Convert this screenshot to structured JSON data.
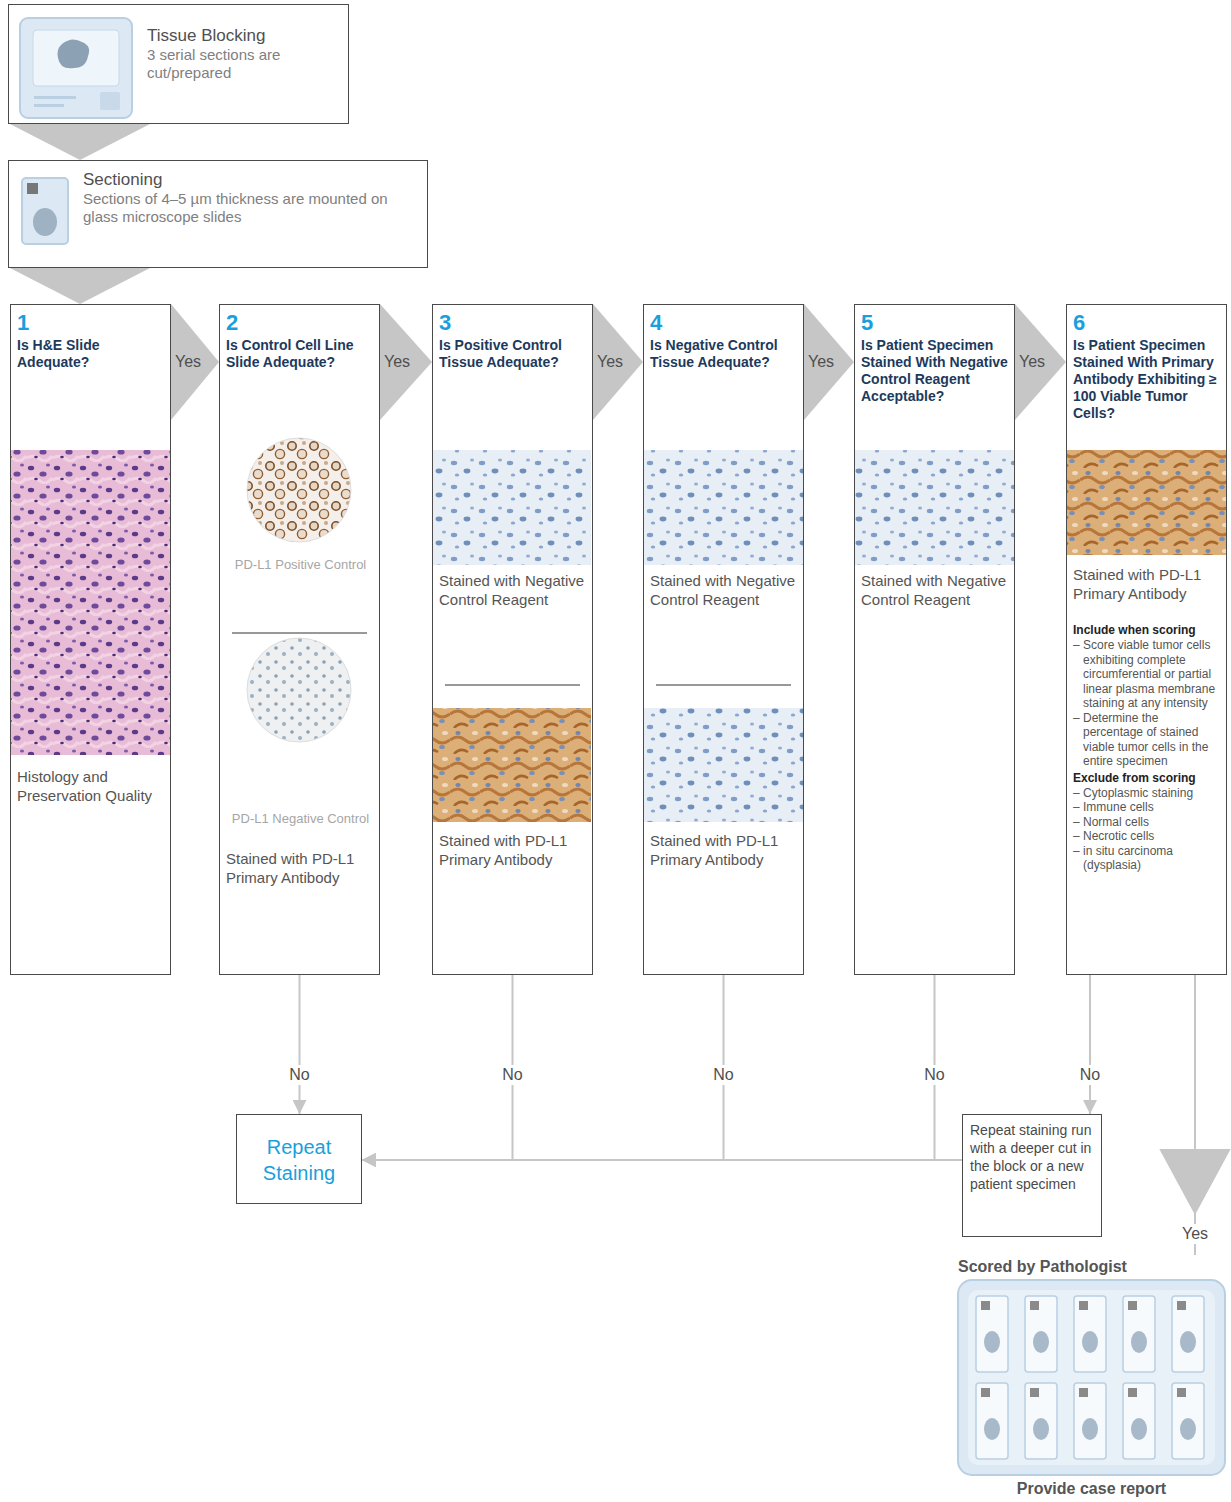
{
  "diagram": {
    "nodes": [
      {
        "text": [
          "Tissue Blocking",
          "3 serial sections are cut/prepared"
        ]
      },
      {
        "text": [
          "Sectioning",
          "Sections of 4–5 µm thickness are mounted on glass microscope slides"
        ]
      },
      {
        "text": [
          "1",
          "Is H&E Slide Adequate?",
          "Histology and Preservation Quality"
        ]
      },
      {
        "text": [
          "2",
          "Is Control Cell Line Slide Adequate?",
          "PD-L1 Positive Control",
          "PD-L1 Negative Control",
          "Stained with PD-L1 Primary Antibody"
        ]
      },
      {
        "text": [
          "3",
          "Is Positive Control Tissue Adequate?",
          "Stained with Negative Control Reagent",
          "Stained with PD-L1 Primary Antibody"
        ]
      },
      {
        "text": [
          "4",
          "Is Negative Control Tissue Adequate?",
          "Stained with Negative Control Reagent",
          "Stained with PD-L1 Primary Antibody"
        ]
      },
      {
        "text": [
          "5",
          "Is Patient Specimen Stained With Negative Control Reagent Acceptable?",
          "Stained with Negative Control Reagent"
        ]
      },
      {
        "text": [
          "6",
          "Is Patient Specimen Stained With Primary Antibody Exhibiting ≥ 100 Viable Tumor Cells?",
          "Stained with PD-L1 Primary Antibody",
          "Include when scoring",
          "– Score viable tumor cells exhibiting complete circumferential or partial linear plasma membrane staining at any intensity",
          "– Determine the percentage of stained viable tumor cells in the entire specimen",
          "Exclude from scoring",
          "– Cytoplasmic staining",
          "– Immune cells",
          "– Normal cells",
          "– Necrotic cells",
          "– in situ carcinoma (dysplasia)"
        ]
      },
      {
        "text": [
          "Repeat Staining"
        ]
      },
      {
        "text": [
          "Repeat staining run with a deeper cut in the block or a new patient specimen"
        ]
      },
      {
        "text": [
          "Scored by Pathologist",
          "Provide case report"
        ]
      }
    ],
    "edges": [
      {
        "from": 0,
        "to": 1,
        "arrow": "to"
      },
      {
        "from": 1,
        "to": 2,
        "arrow": "to"
      },
      {
        "from": 2,
        "to": 3,
        "label": "Yes",
        "arrow": "to"
      },
      {
        "from": 3,
        "to": 4,
        "label": "Yes",
        "arrow": "to"
      },
      {
        "from": 4,
        "to": 5,
        "label": "Yes",
        "arrow": "to"
      },
      {
        "from": 5,
        "to": 6,
        "label": "Yes",
        "arrow": "to"
      },
      {
        "from": 6,
        "to": 7,
        "label": "Yes",
        "arrow": "to"
      },
      {
        "from": 3,
        "to": 8,
        "label": "No",
        "arrow": "to"
      },
      {
        "from": 4,
        "to": 8,
        "label": "No",
        "arrow": "to"
      },
      {
        "from": 5,
        "to": 8,
        "label": "No",
        "arrow": "to"
      },
      {
        "from": 6,
        "to": 8,
        "label": "No",
        "arrow": "to"
      },
      {
        "from": 7,
        "to": 9,
        "label": "No",
        "arrow": "to"
      },
      {
        "from": 9,
        "to": 8,
        "arrow": "to"
      },
      {
        "from": 7,
        "to": 10,
        "label": "Yes",
        "arrow": "to"
      }
    ]
  }
}
